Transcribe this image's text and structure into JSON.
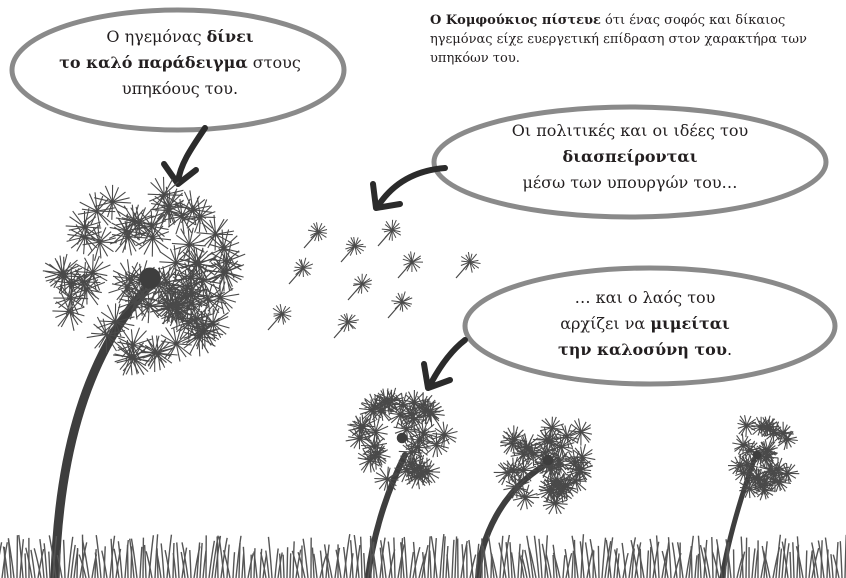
{
  "intro": {
    "bold": "Ο Κομφούκιος πίστευε",
    "rest": " ότι ένας σοφός και δίκαιος ηγεμόνας είχε ευεργετική επίδραση στον χαρακτήρα των υπηκόων του."
  },
  "bubble1": {
    "t1": "Ο ηγεμόνας ",
    "b1": "δίνει",
    "b2": "το καλό παράδειγμα",
    "t2": " στους",
    "t3": "υπηκόους του."
  },
  "bubble2": {
    "t1": "Οι πολιτικές και οι ιδέες του",
    "b1": "διασπείρονται",
    "t2": "μέσω των υπουργών του…"
  },
  "bubble3": {
    "t1": "… και ο λαός του",
    "t2": "αρχίζει να ",
    "b1": "μιμείται",
    "b2": "την καλοσύνη του",
    "t3": "."
  }
}
